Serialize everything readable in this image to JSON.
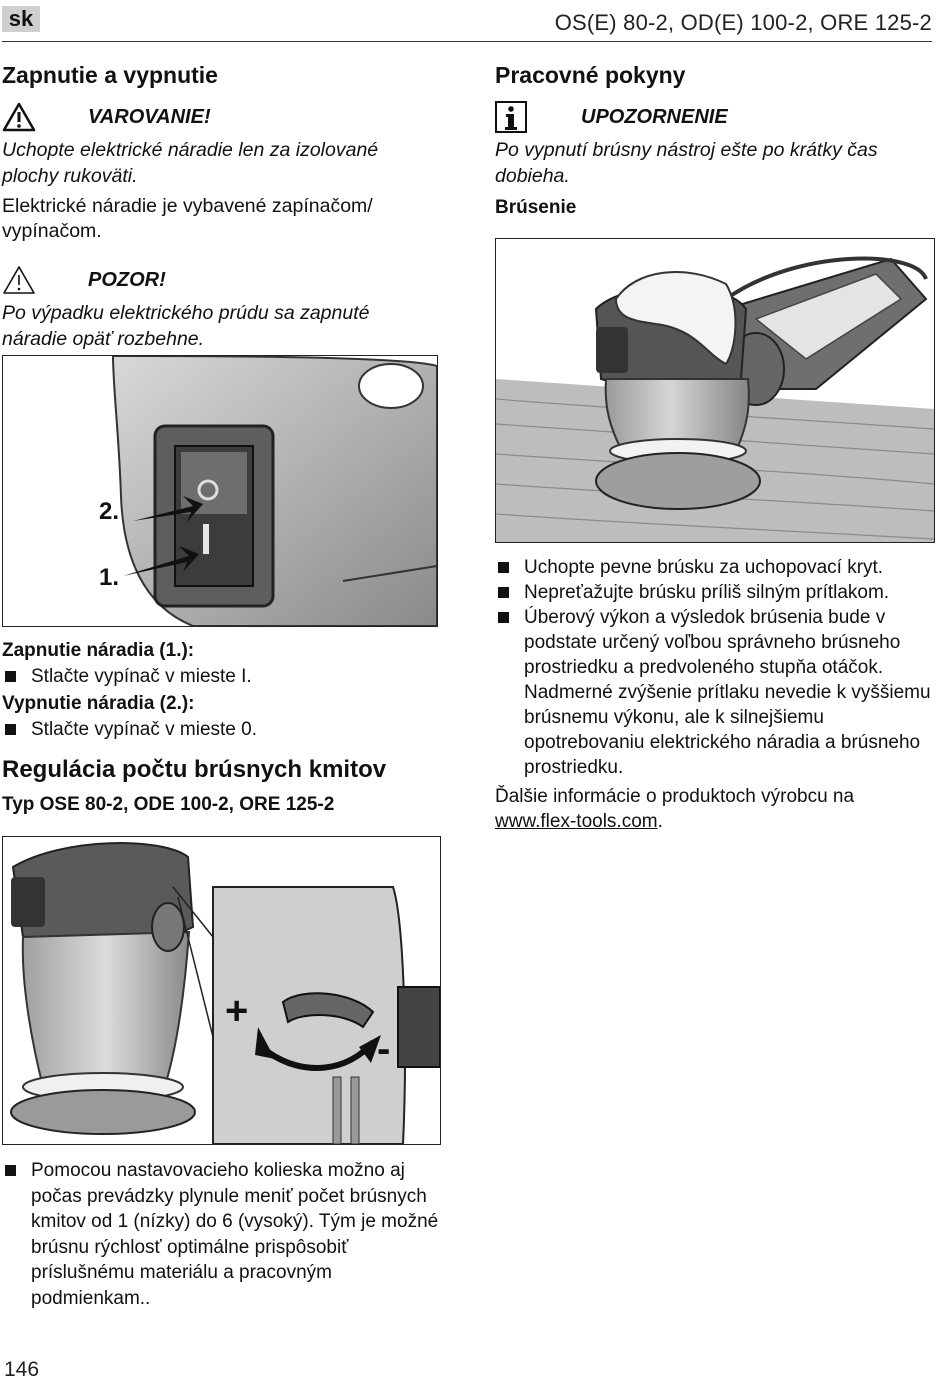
{
  "header": {
    "lang": "sk",
    "models": "OS(E) 80-2, OD(E) 100-2, ORE 125-2"
  },
  "left": {
    "section1_title": "Zapnutie a vypnutie",
    "warning_label": "VAROVANIE!",
    "warning_text": "Uchopte elektrické náradie len za izolované plochy rukoväti.",
    "switch_text": "Elektrické náradie je vybavené zapínačom/ vypínačom.",
    "caution_label": "POZOR!",
    "caution_text": "Po výpadku elektrického prúdu sa zapnuté náradie opäť rozbehne.",
    "fig1_labels": [
      "2.",
      "1."
    ],
    "on_title": "Zapnutie náradia (1.):",
    "on_item": "Stlačte vypínač v mieste I.",
    "off_title": "Vypnutie náradia (2.):",
    "off_item": "Stlačte vypínač v mieste 0.",
    "section2_title": "Regulácia počtu brúsnych kmitov",
    "section2_subtitle": "Typ OSE 80-2, ODE 100-2, ORE 125-2",
    "fig2_labels": [
      "+",
      "-"
    ],
    "wheel_item": "Pomocou nastavovacieho kolieska možno aj počas prevádzky plynule meniť počet brúsnych kmitov od 1 (nízky) do 6 (vysoký). Tým je možné brúsnu rýchlosť optimálne prispôsobiť príslušnému materiálu a pracovným podmienkam.."
  },
  "right": {
    "section_title": "Pracovné pokyny",
    "notice_label": "UPOZORNENIE",
    "notice_text": "Po vypnutí brúsny nástroj ešte po krátky čas dobieha.",
    "sub_title": "Brúsenie",
    "bullets": [
      "Uchopte pevne brúsku za uchopovací kryt.",
      "Nepreťažujte brúsku príliš silným prítlakom.",
      "Úberový výkon a výsledok brúsenia bude v podstate určený voľbou správneho brúsneho prostriedku a predvoleného stupňa otáčok. Nadmerné zvýšenie prítlaku nevedie k vyššiemu brúsnemu výkonu, ale k silnejšiemu opotrebovaniu elektrického náradia a brúsneho prostriedku."
    ],
    "more_info": "Ďalšie informácie o produktoch výrobcu na",
    "link": "www.flex-tools.com",
    "link_suffix": "."
  },
  "footer": {
    "page_number": "146"
  }
}
